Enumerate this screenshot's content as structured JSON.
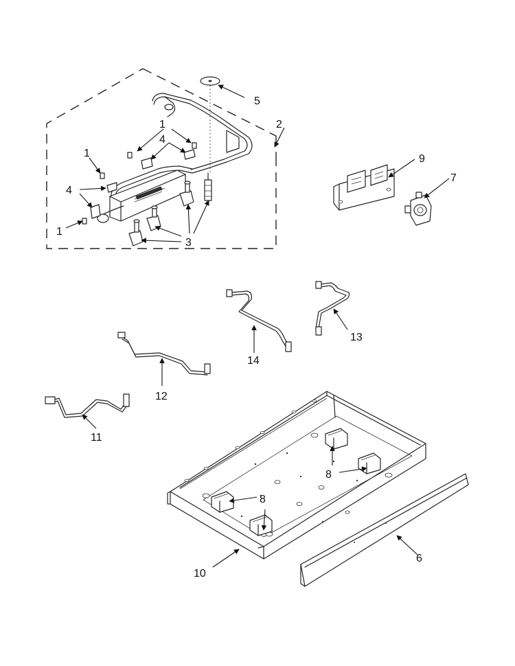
{
  "diagram": {
    "type": "exploded-parts-diagram",
    "line_color": "#222222",
    "background": "#ffffff",
    "callouts": [
      {
        "id": "c1a",
        "label": "1"
      },
      {
        "id": "c1b",
        "label": "1"
      },
      {
        "id": "c1c",
        "label": "1"
      },
      {
        "id": "c2",
        "label": "2"
      },
      {
        "id": "c3",
        "label": "3"
      },
      {
        "id": "c4a",
        "label": "4"
      },
      {
        "id": "c4b",
        "label": "4"
      },
      {
        "id": "c5",
        "label": "5"
      },
      {
        "id": "c6",
        "label": "6"
      },
      {
        "id": "c7",
        "label": "7"
      },
      {
        "id": "c8a",
        "label": "8"
      },
      {
        "id": "c8b",
        "label": "8"
      },
      {
        "id": "c8c",
        "label": "8"
      },
      {
        "id": "c9",
        "label": "9"
      },
      {
        "id": "c10",
        "label": "10"
      },
      {
        "id": "c11",
        "label": "11"
      },
      {
        "id": "c12",
        "label": "12"
      },
      {
        "id": "c13",
        "label": "13"
      },
      {
        "id": "c14",
        "label": "14"
      }
    ]
  }
}
